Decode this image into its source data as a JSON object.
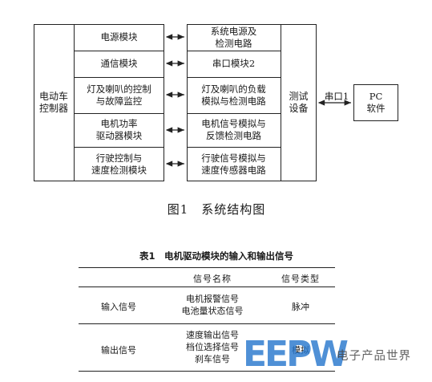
{
  "diagram": {
    "controller_label": "电动车\n控制器",
    "left_modules": [
      "电源模块",
      "通信模块",
      "灯及喇叭的控制\n与故障监控",
      "电机功率\n驱动器模块",
      "行驶控制与\n速度检测模块"
    ],
    "right_modules": [
      "系统电源及\n检测电路",
      "串口模块2",
      "灯及喇叭的负载\n模拟与检测电路",
      "电机信号模拟与\n反馈检测电路",
      "行驶信号模拟与\n速度传感器电路"
    ],
    "test_device_label": "测试\n设备",
    "link_label": "串口1",
    "pc_label": "PC\n软件",
    "caption": "图1　系统结构图"
  },
  "table": {
    "title": "表1　电机驱动模块的输入和输出信号",
    "headers": [
      "",
      "信号名称",
      "信号类型"
    ],
    "rows": [
      {
        "category": "输入信号",
        "names": "电机报警信号\n电池量状态信号",
        "type": "脉冲"
      },
      {
        "category": "输出信号",
        "names": "速度输出信号\n档位选择信号\n刹车信号",
        "type": "模拟"
      }
    ]
  },
  "watermark": {
    "logo": "EEPW",
    "text": "电子产品世界"
  }
}
